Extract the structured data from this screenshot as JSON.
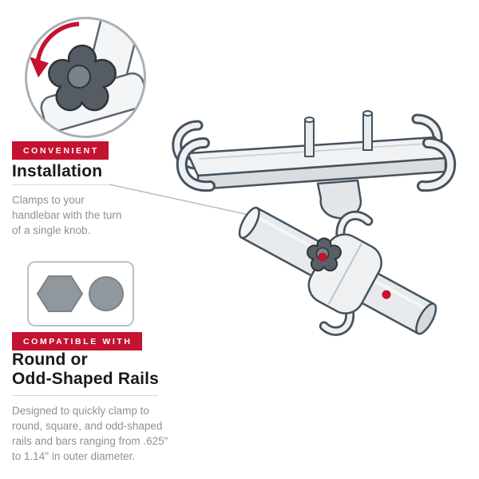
{
  "colors": {
    "accent_red": "#c41230",
    "line_ink": "#44525e",
    "heading": "#17191c",
    "body_gray": "#8d9296",
    "shape_gray": "#90979d"
  },
  "sections": {
    "installation": {
      "eyebrow": "CONVENIENT",
      "title": "Installation",
      "body": "Clamps to your handlebar with the turn of a single knob."
    },
    "compatibility": {
      "eyebrow": "COMPATIBLE WITH",
      "title_lines": [
        "Round or",
        "Odd-Shaped Rails"
      ],
      "body": "Designed to quickly clamp to round, square, and odd-shaped rails and bars ranging from .625\" to 1.14\" in outer diameter."
    }
  },
  "illustration": {
    "inset_icon": "knob-rotation-detail",
    "rotation_arrow_icon": "counterclockwise-arrow",
    "hotspots": [
      "clamp-knob-dot",
      "rail-dot"
    ],
    "compat_shapes": [
      "hexagon",
      "circle"
    ]
  }
}
